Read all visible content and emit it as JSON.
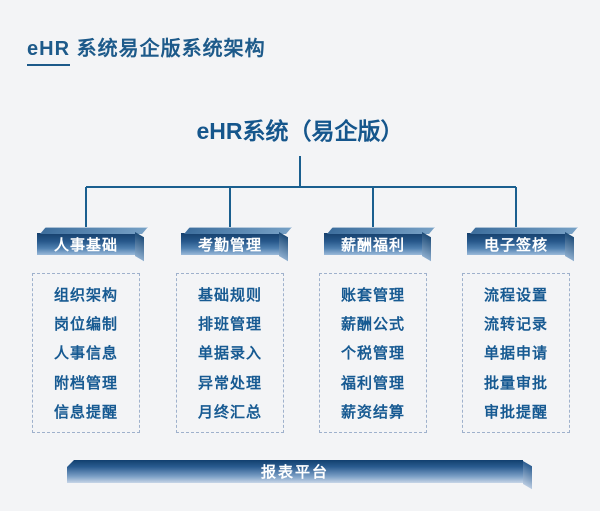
{
  "page": {
    "heading_prefix": "eHR",
    "heading_rest": " 系统易企版系统架构"
  },
  "root": {
    "title": "eHR系统（易企版）"
  },
  "columns": [
    {
      "header": "人事基础",
      "items": [
        "组织架构",
        "岗位编制",
        "人事信息",
        "附档管理",
        "信息提醒"
      ]
    },
    {
      "header": "考勤管理",
      "items": [
        "基础规则",
        "排班管理",
        "单据录入",
        "异常处理",
        "月终汇总"
      ]
    },
    {
      "header": "薪酬福利",
      "items": [
        "账套管理",
        "薪酬公式",
        "个税管理",
        "福利管理",
        "薪资结算"
      ]
    },
    {
      "header": "电子签核",
      "items": [
        "流程设置",
        "流转记录",
        "单据申请",
        "批量审批",
        "审批提醒"
      ]
    }
  ],
  "footer": {
    "platform": "报表平台"
  },
  "colors": {
    "background": "#f3f4f6",
    "line": "#1a5f8f",
    "heading_text": "#1d5a8a",
    "item_text": "#175a92",
    "node_gradient_top": "#16406c",
    "node_gradient_bottom": "#9cbada",
    "panel_border": "#9fb1cc"
  }
}
